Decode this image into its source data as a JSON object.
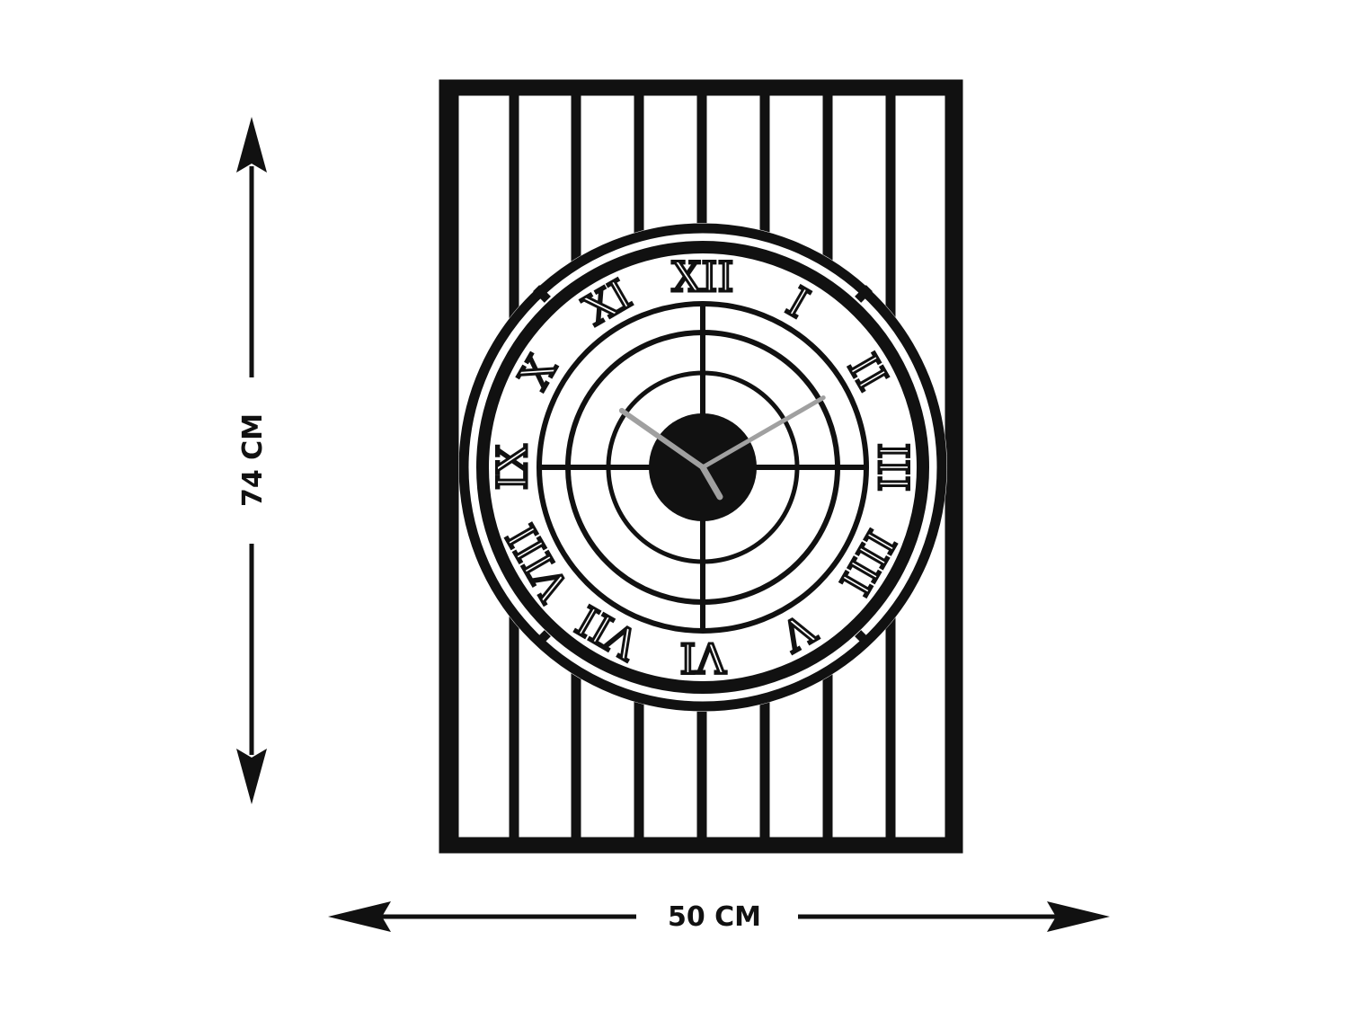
{
  "dimensions": {
    "height_label": "74 CM",
    "width_label": "50 CM"
  },
  "clock": {
    "numerals": [
      "XII",
      "I",
      "II",
      "III",
      "IIII",
      "V",
      "VI",
      "VII",
      "VIII",
      "IX",
      "X",
      "XI"
    ],
    "hour_hand_time": "10:10",
    "hand_color": "#a0a0a0",
    "metal_color": "#111111"
  }
}
